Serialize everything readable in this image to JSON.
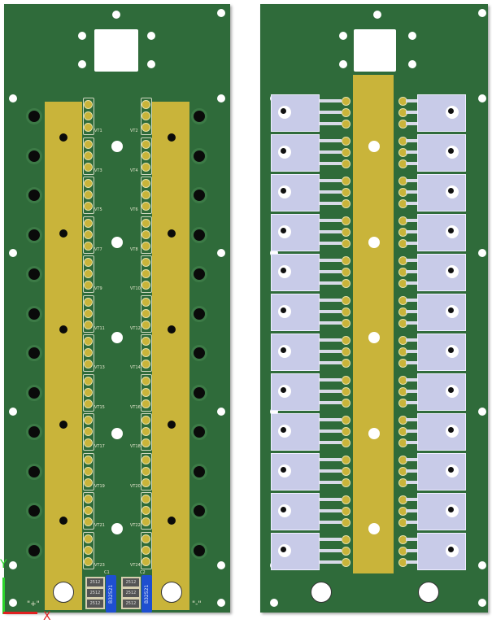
{
  "left_board": {
    "plus_label": "\"+\"",
    "minus_label": "\"-\"",
    "transistors_left": [
      "VT1",
      "VT3",
      "VT5",
      "VT7",
      "VT9",
      "VT11",
      "VT13",
      "VT15",
      "VT17",
      "VT19",
      "VT21",
      "VT23"
    ],
    "transistors_right": [
      "VT2",
      "VT4",
      "VT6",
      "VT8",
      "VT10",
      "VT12",
      "VT14",
      "VT16",
      "VT18",
      "VT20",
      "VT22",
      "VT24"
    ],
    "resistor_value": "2512",
    "capacitors": [
      {
        "ref": "C1",
        "part": "B32521"
      },
      {
        "ref": "C2",
        "part": "B32521"
      }
    ]
  },
  "axes": {
    "x": "X",
    "y": "Y"
  },
  "colors": {
    "board": "#2f6b3a",
    "copper": "#c9b43a",
    "capacitor": "#1e4fd0",
    "body": "#c8cbe8"
  }
}
